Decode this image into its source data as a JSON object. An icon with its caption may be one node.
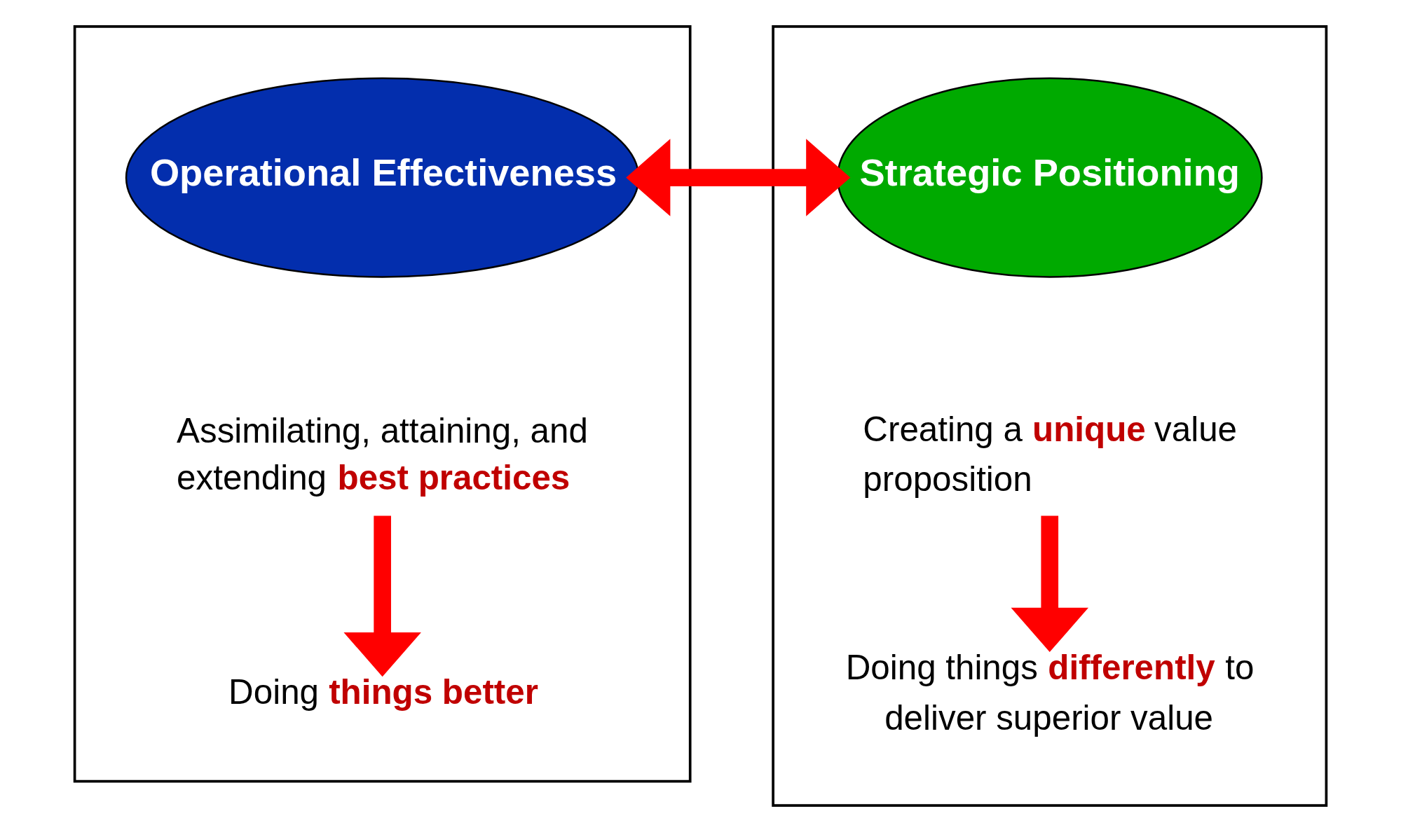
{
  "diagram": {
    "nodes": [
      {
        "text": [],
        "shape": "box"
      },
      {
        "text": [
          "Operational Effectiveness"
        ],
        "in": 0
      },
      {
        "text": [
          "Assimilating, attaining, and extending **best practices**"
        ],
        "in": 0
      },
      {
        "text": [
          "Doing **things better**"
        ],
        "in": 0
      },
      {
        "text": [],
        "shape": "box"
      },
      {
        "text": [
          "Strategic Positioning"
        ],
        "in": 4
      },
      {
        "text": [
          "Creating a **unique** value proposition"
        ],
        "in": 4
      },
      {
        "text": [
          "Doing things **differently** to deliver superior value"
        ],
        "in": 4
      }
    ],
    "edges": [
      {
        "from": 1,
        "to": 5,
        "arrow": "both",
        "color": "#ff0000"
      },
      {
        "from": 2,
        "to": 3,
        "arrow": "to",
        "color": "#ff0000"
      },
      {
        "from": 6,
        "to": 7,
        "arrow": "to",
        "color": "#ff0000"
      }
    ]
  }
}
